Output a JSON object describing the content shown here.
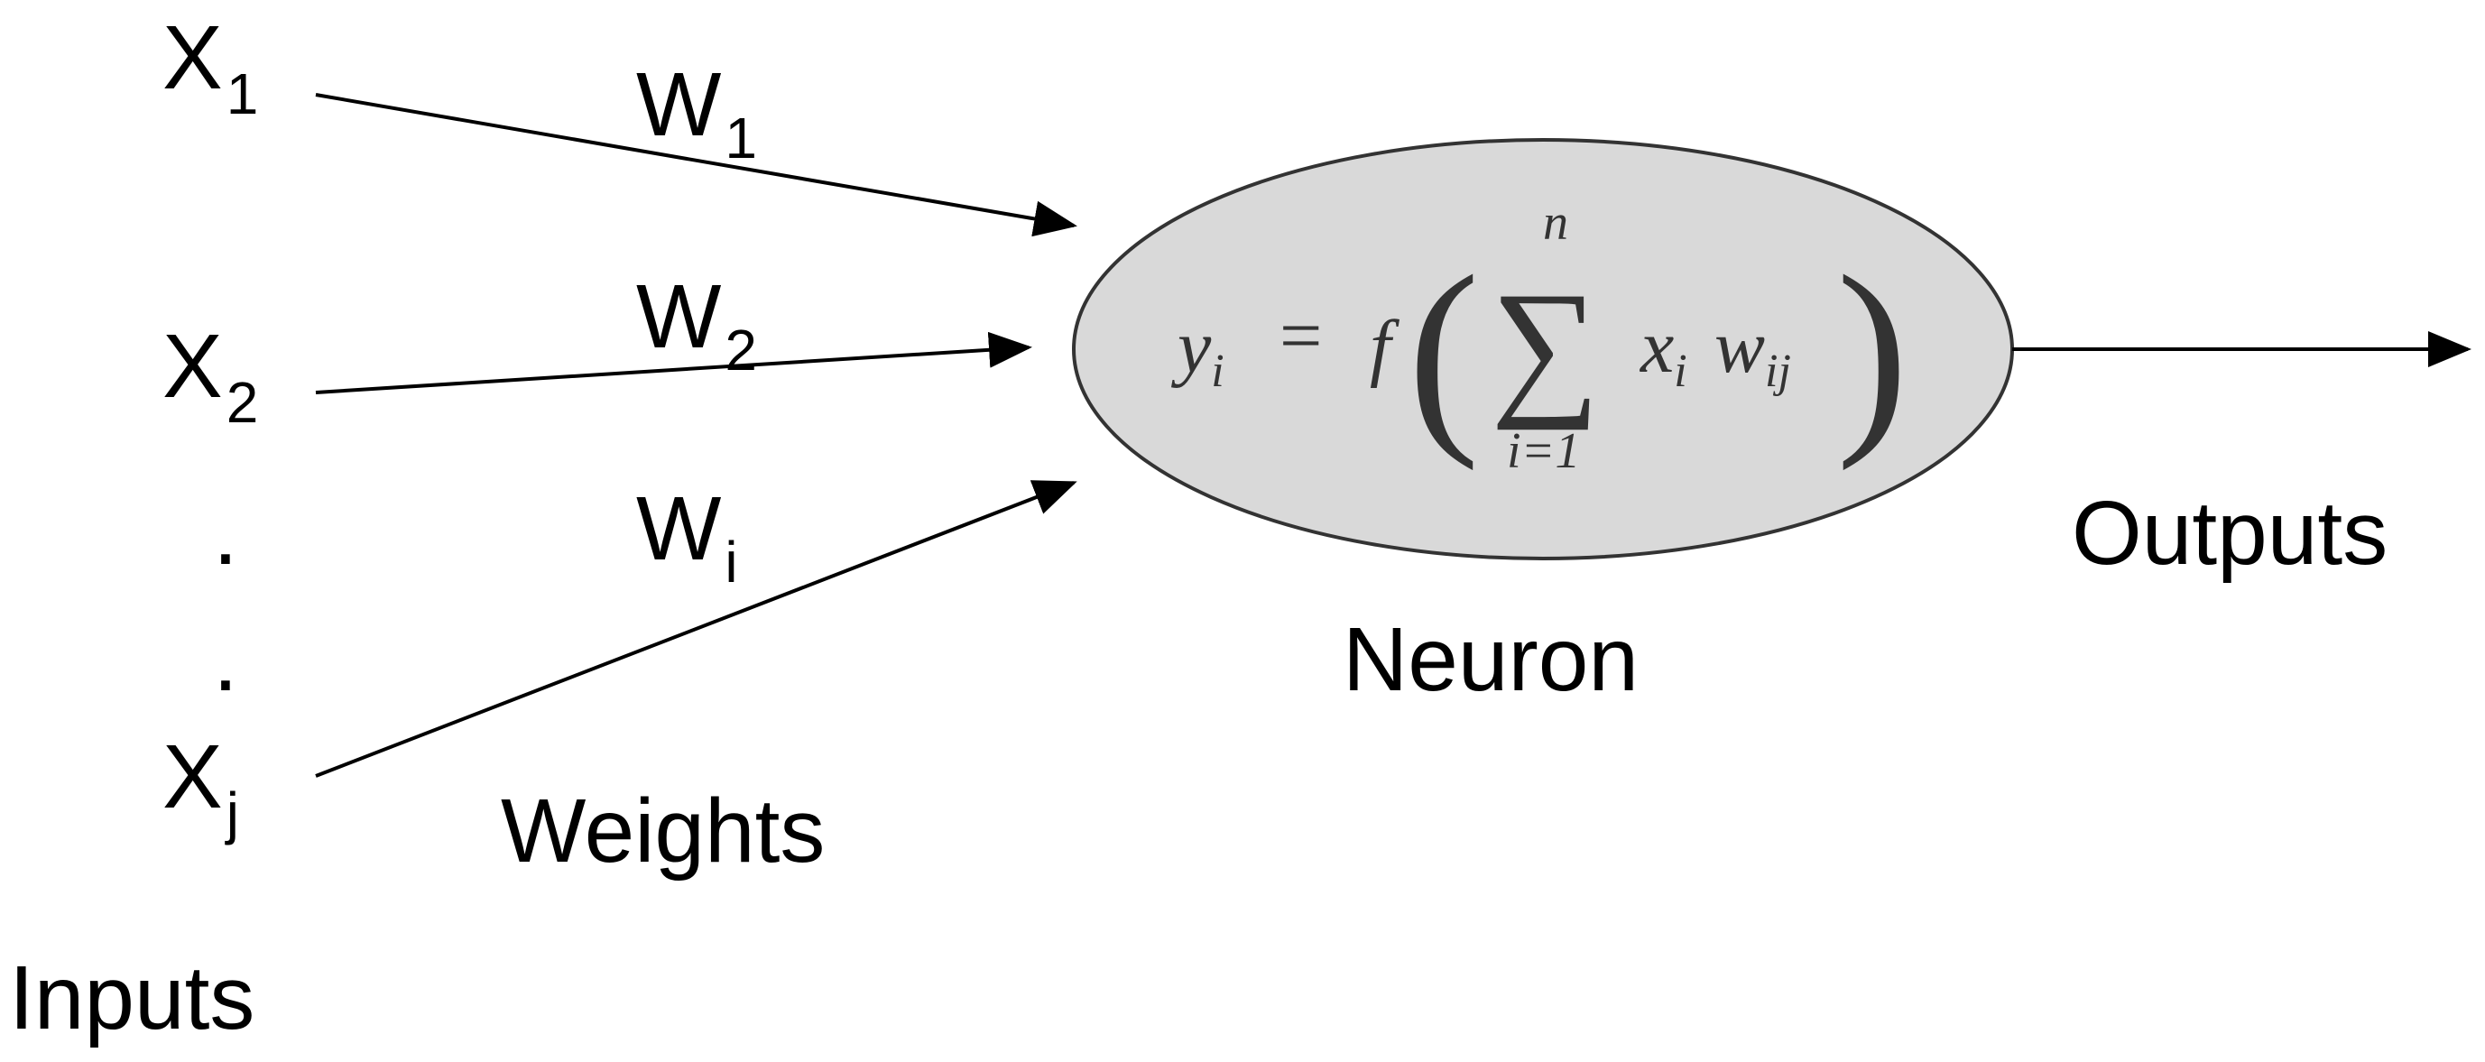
{
  "inputs": {
    "x1": {
      "base": "X",
      "sub": "1"
    },
    "x2": {
      "base": "X",
      "sub": "2"
    },
    "dot1": ".",
    "dot2": ".",
    "xj": {
      "base": "X",
      "sub": "j"
    },
    "label": "Inputs"
  },
  "weights": {
    "w1": {
      "base": "W",
      "sub": "1"
    },
    "w2": {
      "base": "W",
      "sub": "2"
    },
    "wi": {
      "base": "W",
      "sub": "i"
    },
    "label": "Weights"
  },
  "neuron": {
    "label": "Neuron",
    "fill_color": "#d9d9d9",
    "formula": {
      "lhs": "y",
      "lhs_sub": "i",
      "equals": "=",
      "func": "f",
      "open_paren": "(",
      "sigma": "∑",
      "upper": "n",
      "lower": "i=1",
      "term1": "x",
      "term1_sub": "i",
      "term2": "w",
      "term2_sub": "ij",
      "close_paren": ")"
    }
  },
  "outputs": {
    "label": "Outputs"
  }
}
